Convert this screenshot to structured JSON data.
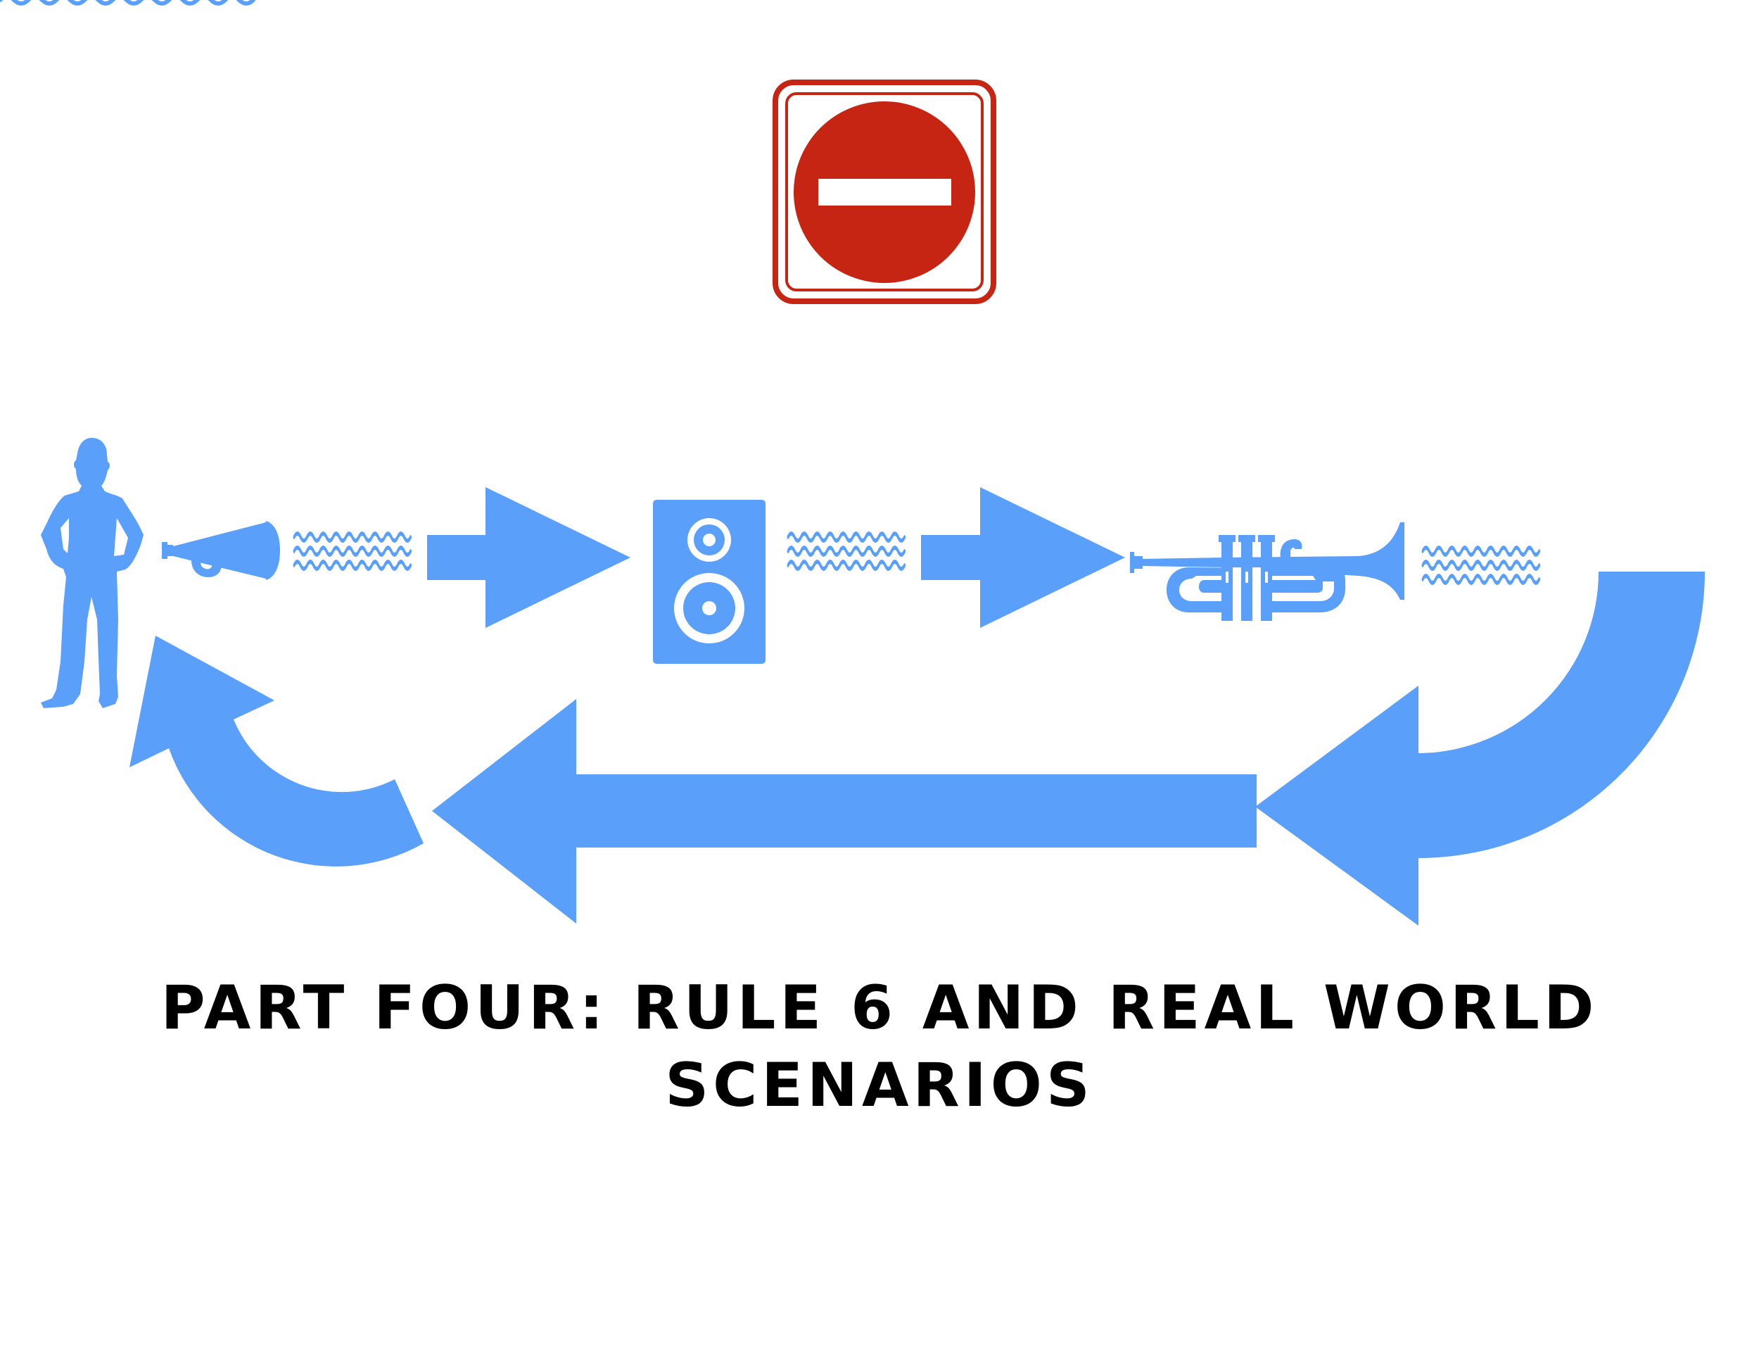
{
  "colors": {
    "accent_blue": "#5aa0fb",
    "sign_red": "#c72514",
    "background": "#ffffff",
    "title_text": "#000000"
  },
  "diagram": {
    "nodes": [
      {
        "id": "person",
        "icon": "person-silhouette-icon"
      },
      {
        "id": "megaphone",
        "icon": "megaphone-icon"
      },
      {
        "id": "speaker",
        "icon": "speaker-icon"
      },
      {
        "id": "trumpet",
        "icon": "trumpet-icon"
      }
    ],
    "edges": [
      {
        "from": "megaphone",
        "to": "speaker"
      },
      {
        "from": "speaker",
        "to": "trumpet"
      },
      {
        "from": "trumpet",
        "to": "person"
      }
    ],
    "signal_icon": "sound-wave-icon",
    "status_icon": "no-entry-sign-icon"
  },
  "title": {
    "line1": "PART FOUR: RULE 6 AND REAL WORLD",
    "line2": "SCENARIOS"
  }
}
